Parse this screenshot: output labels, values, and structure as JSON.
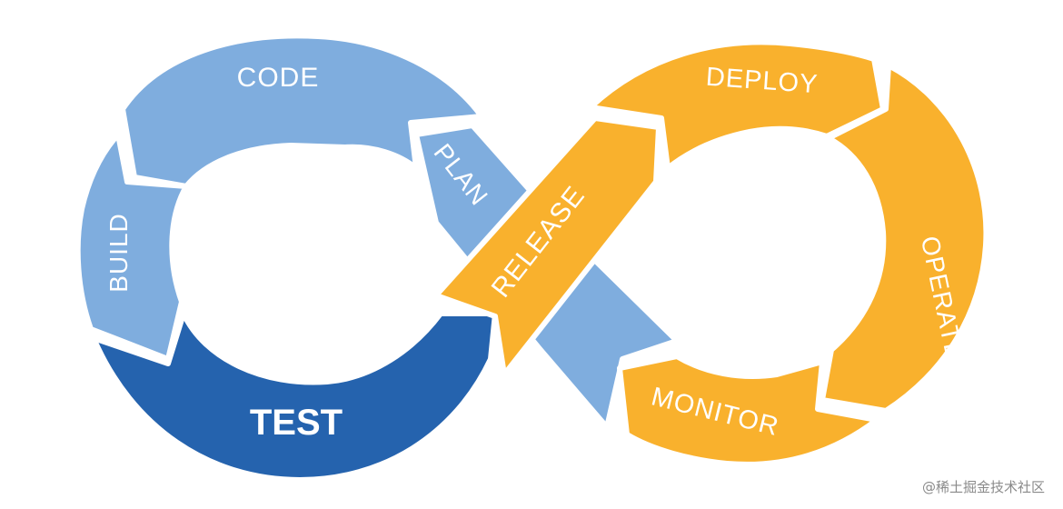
{
  "diagram": {
    "labels": {
      "plan": "PLAN",
      "code": "CODE",
      "build": "BUILD",
      "test": "TEST",
      "release": "RELEASE",
      "deploy": "DEPLOY",
      "operate": "OPERATE",
      "monitor": "MONITOR"
    },
    "colors": {
      "light_blue": "#7FADDE",
      "dark_blue": "#2563AE",
      "orange": "#F9B12D",
      "gap": "#ffffff"
    }
  },
  "watermark": "@稀土掘金技术社区"
}
